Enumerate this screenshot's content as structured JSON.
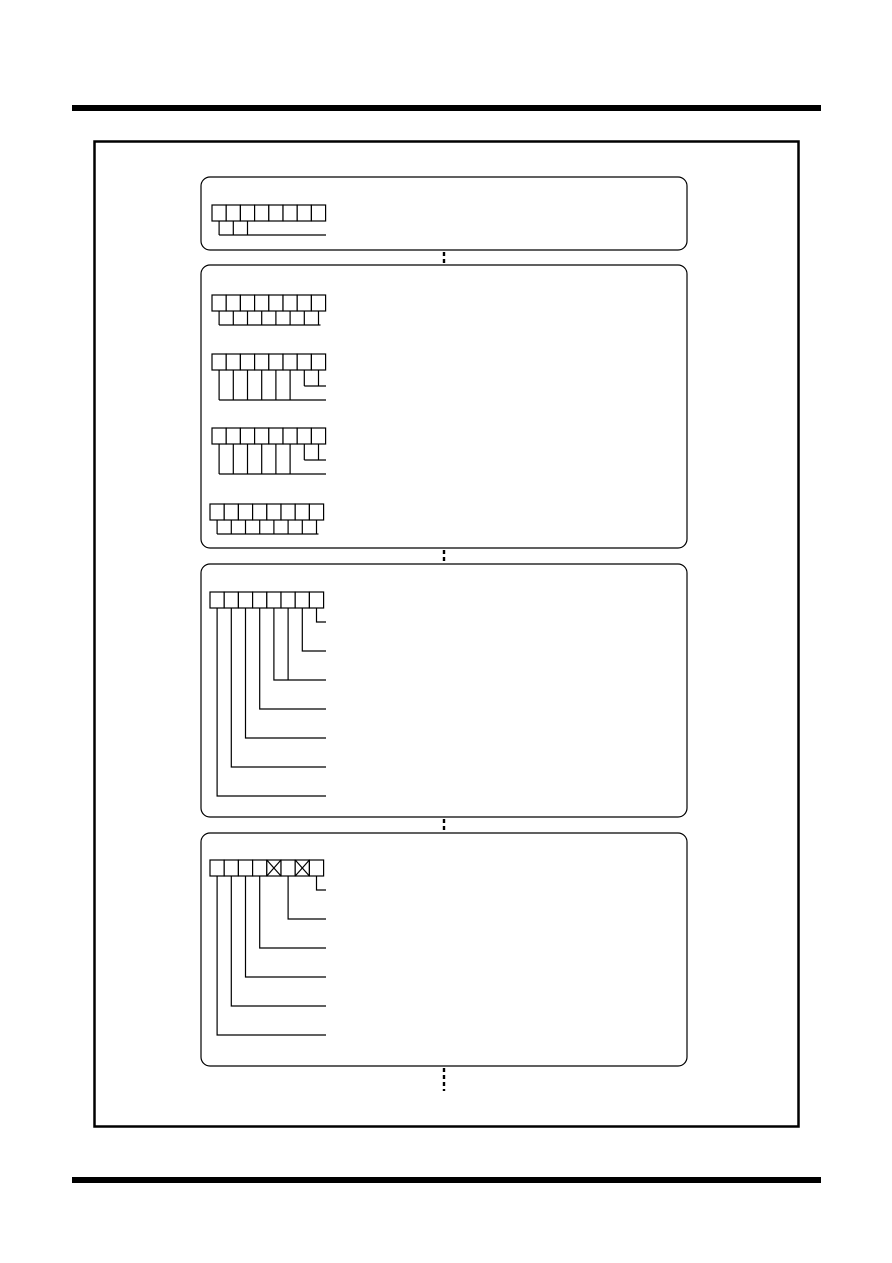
{
  "page": {
    "background": "#ffffff",
    "ink": "#000000"
  },
  "blocks": [
    {
      "id": "block-1",
      "registers": [
        {
          "cells": 8,
          "crossed": [],
          "leaders": "pairs-first-three"
        }
      ]
    },
    {
      "id": "block-2",
      "registers": [
        {
          "cells": 8,
          "crossed": [],
          "leaders": "comb-all"
        },
        {
          "cells": 8,
          "crossed": [],
          "leaders": "group-6-plus-pair"
        },
        {
          "cells": 8,
          "crossed": [],
          "leaders": "group-6-plus-pair"
        },
        {
          "cells": 8,
          "crossed": [],
          "leaders": "comb-all"
        }
      ]
    },
    {
      "id": "block-3",
      "registers": [
        {
          "cells": 8,
          "crossed": [],
          "leaders": "staircase-7"
        }
      ]
    },
    {
      "id": "block-4",
      "registers": [
        {
          "cells": 8,
          "crossed": [
            4,
            6
          ],
          "leaders": "staircase-6"
        }
      ]
    }
  ],
  "connectors": [
    "dashed",
    "dashed",
    "dashed",
    "dashed"
  ]
}
